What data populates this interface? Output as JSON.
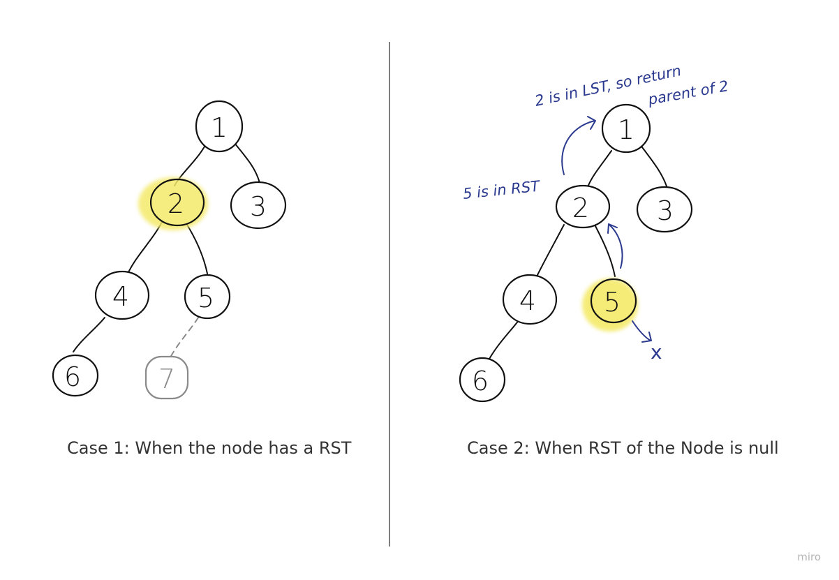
{
  "panels": [
    {
      "caption": "Case 1: When the node has a RST",
      "nodes": [
        {
          "label": "1",
          "highlighted": false,
          "ghost": false
        },
        {
          "label": "2",
          "highlighted": true,
          "ghost": false
        },
        {
          "label": "3",
          "highlighted": false,
          "ghost": false
        },
        {
          "label": "4",
          "highlighted": false,
          "ghost": false
        },
        {
          "label": "5",
          "highlighted": false,
          "ghost": false
        },
        {
          "label": "6",
          "highlighted": false,
          "ghost": false
        },
        {
          "label": "7",
          "highlighted": false,
          "ghost": true
        }
      ],
      "annotations": []
    },
    {
      "caption": "Case 2: When RST of the Node is null",
      "nodes": [
        {
          "label": "1",
          "highlighted": false,
          "ghost": false
        },
        {
          "label": "2",
          "highlighted": false,
          "ghost": false
        },
        {
          "label": "3",
          "highlighted": false,
          "ghost": false
        },
        {
          "label": "4",
          "highlighted": false,
          "ghost": false
        },
        {
          "label": "5",
          "highlighted": true,
          "ghost": false
        },
        {
          "label": "6",
          "highlighted": false,
          "ghost": false
        }
      ],
      "annotations": {
        "lst_note_line1": "2 is in LST, so return",
        "lst_note_line2": "parent of 2",
        "rst_note": "5 is in RST",
        "null_mark": "x"
      }
    }
  ],
  "colors": {
    "highlight": "#f4ea6a",
    "annotation": "#2b3a8f",
    "divider": "#555555"
  },
  "watermark": "miro"
}
